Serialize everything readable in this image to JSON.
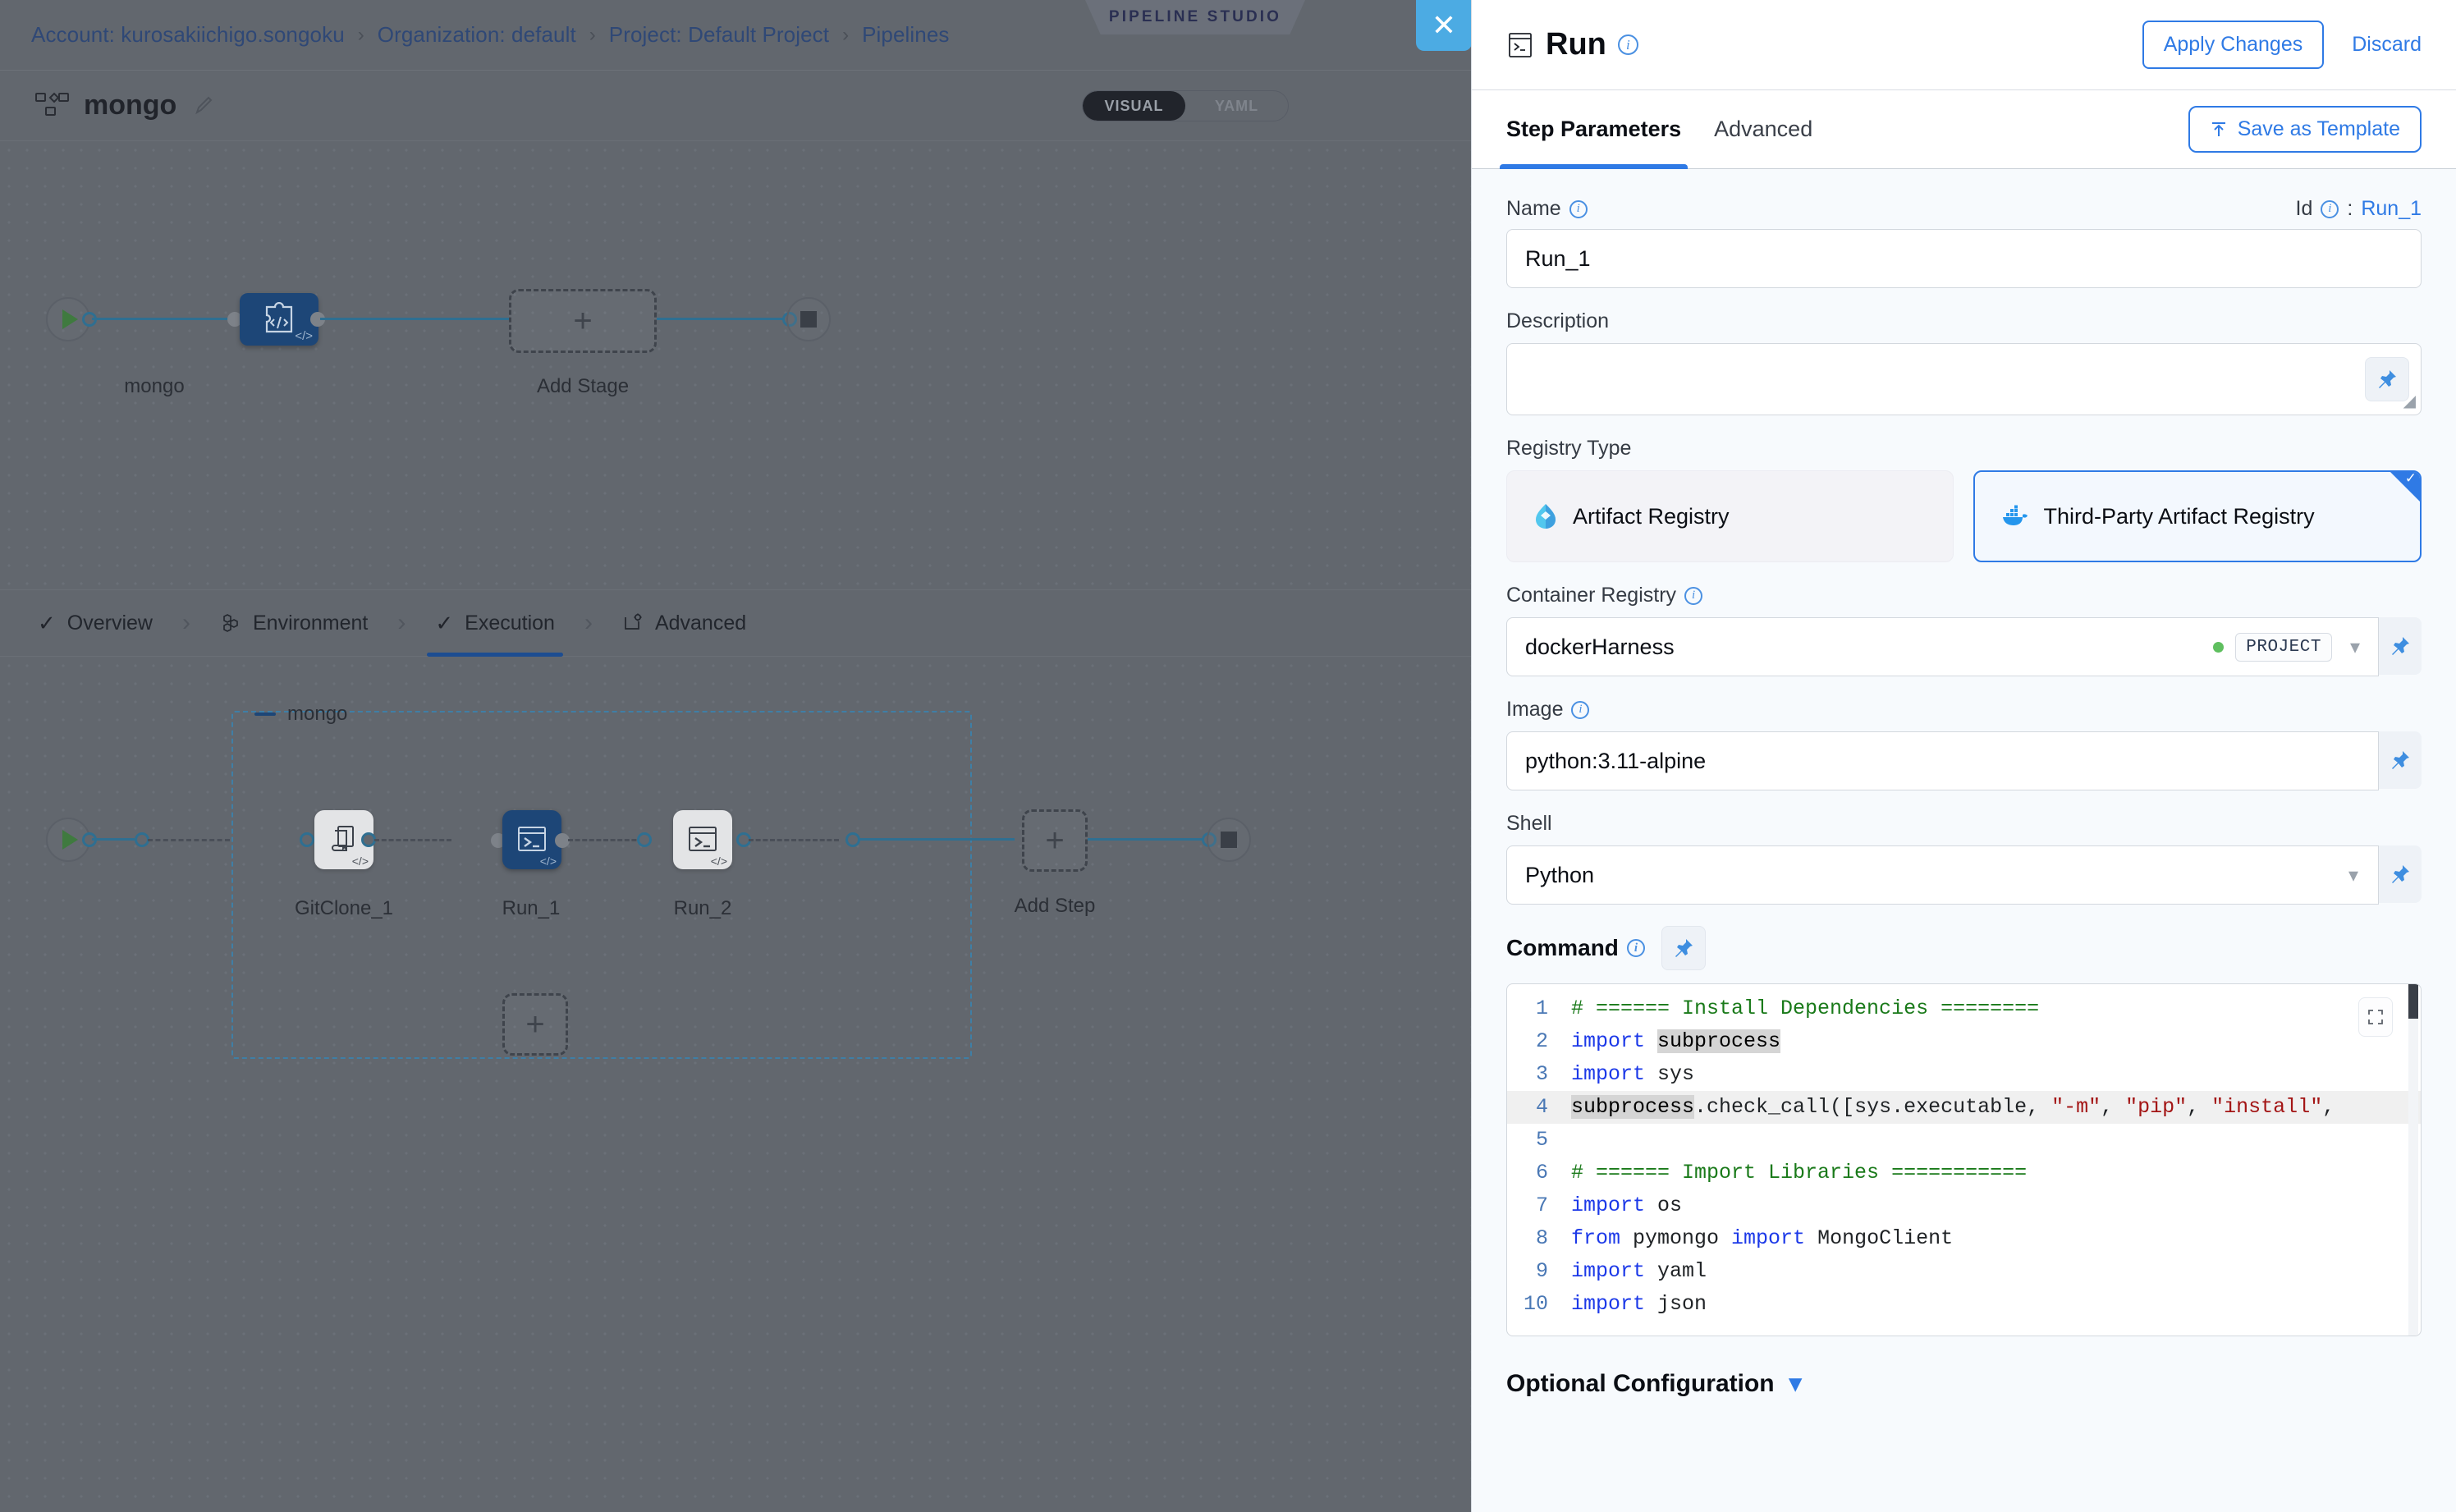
{
  "studio": {
    "breadcrumbs": [
      {
        "label": "Account: kurosakiichigo.songoku"
      },
      {
        "label": "Organization: default"
      },
      {
        "label": "Project: Default Project"
      },
      {
        "label": "Pipelines"
      }
    ],
    "badge": "PIPELINE STUDIO",
    "close_icon": "close-icon",
    "pipeline_name": "mongo",
    "edit_icon": "pencil-icon",
    "mode_toggle": {
      "visual": "VISUAL",
      "yaml": "YAML",
      "selected": "VISUAL"
    },
    "stage_graph": {
      "start_icon": "play-icon",
      "end_icon": "stop-icon",
      "nodes": [
        {
          "label": "mongo",
          "type": "stage",
          "selected": true
        },
        {
          "label": "Add Stage",
          "type": "add"
        }
      ]
    },
    "stepper": [
      {
        "label": "Overview",
        "icon": "check-icon",
        "active": false
      },
      {
        "label": "Environment",
        "icon": "infrastructure-icon",
        "active": false
      },
      {
        "label": "Execution",
        "icon": "check-icon",
        "active": true
      },
      {
        "label": "Advanced",
        "icon": "advanced-icon",
        "active": false
      }
    ],
    "execution_graph": {
      "group_label": "mongo",
      "steps": [
        {
          "label": "GitClone_1",
          "icon": "git-clone-icon",
          "selected": false
        },
        {
          "label": "Run_1",
          "icon": "terminal-icon",
          "selected": true
        },
        {
          "label": "Run_2",
          "icon": "terminal-icon",
          "selected": false
        },
        {
          "label": "Add Step",
          "icon": "plus-icon",
          "selected": false
        }
      ]
    }
  },
  "panel": {
    "title": "Run",
    "title_icon": "terminal-icon",
    "apply_label": "Apply Changes",
    "discard_label": "Discard",
    "tabs": [
      {
        "label": "Step Parameters",
        "active": true
      },
      {
        "label": "Advanced",
        "active": false
      }
    ],
    "save_template_label": "Save as Template",
    "save_template_icon": "upload-icon",
    "name": {
      "label": "Name",
      "value": "Run_1",
      "id_label": "Id",
      "id_sep": ":",
      "id_value": "Run_1"
    },
    "description": {
      "label": "Description",
      "value": "",
      "placeholder": ""
    },
    "registry_type": {
      "label": "Registry Type",
      "options": [
        {
          "label": "Artifact Registry",
          "icon": "harness-artifact-icon",
          "selected": false
        },
        {
          "label": "Third-Party Artifact Registry",
          "icon": "docker-icon",
          "selected": true
        }
      ]
    },
    "container_registry": {
      "label": "Container Registry",
      "value": "dockerHarness",
      "scope": "PROJECT"
    },
    "image": {
      "label": "Image",
      "value": "python:3.11-alpine"
    },
    "shell": {
      "label": "Shell",
      "value": "Python"
    },
    "command": {
      "label": "Command",
      "pin_icon": "pin-icon",
      "expand_icon": "expand-icon",
      "lines": [
        {
          "n": 1,
          "tokens": [
            {
              "t": "# ====== Install Dependencies ========",
              "c": "k-comment"
            }
          ]
        },
        {
          "n": 2,
          "tokens": [
            {
              "t": "import ",
              "c": "k-kw"
            },
            {
              "t": "subprocess",
              "c": "k-hl"
            }
          ]
        },
        {
          "n": 3,
          "tokens": [
            {
              "t": "import ",
              "c": "k-kw"
            },
            {
              "t": "sys",
              "c": "code-txt"
            }
          ]
        },
        {
          "n": 4,
          "hl": true,
          "tokens": [
            {
              "t": "subprocess",
              "c": "k-hl"
            },
            {
              "t": ".check_call([sys.executable, ",
              "c": "code-txt"
            },
            {
              "t": "\"-m\"",
              "c": "k-str"
            },
            {
              "t": ", ",
              "c": "code-txt"
            },
            {
              "t": "\"pip\"",
              "c": "k-str"
            },
            {
              "t": ", ",
              "c": "code-txt"
            },
            {
              "t": "\"install\"",
              "c": "k-str"
            },
            {
              "t": ",",
              "c": "code-txt"
            }
          ]
        },
        {
          "n": 5,
          "tokens": [
            {
              "t": "",
              "c": "code-txt"
            }
          ]
        },
        {
          "n": 6,
          "tokens": [
            {
              "t": "# ====== Import Libraries ===========",
              "c": "k-comment"
            }
          ]
        },
        {
          "n": 7,
          "tokens": [
            {
              "t": "import ",
              "c": "k-kw"
            },
            {
              "t": "os",
              "c": "code-txt"
            }
          ]
        },
        {
          "n": 8,
          "tokens": [
            {
              "t": "from ",
              "c": "k-kw"
            },
            {
              "t": "pymongo ",
              "c": "code-txt"
            },
            {
              "t": "import ",
              "c": "k-kw"
            },
            {
              "t": "MongoClient",
              "c": "code-txt"
            }
          ]
        },
        {
          "n": 9,
          "tokens": [
            {
              "t": "import ",
              "c": "k-kw"
            },
            {
              "t": "yaml",
              "c": "code-txt"
            }
          ]
        },
        {
          "n": 10,
          "tokens": [
            {
              "t": "import ",
              "c": "k-kw"
            },
            {
              "t": "json",
              "c": "code-txt"
            }
          ]
        }
      ]
    },
    "optional_configuration": {
      "label": "Optional Configuration",
      "icon": "chevron-down-icon"
    }
  },
  "colors": {
    "accent_blue": "#2f7ae5",
    "node_blue": "#1d4677",
    "connector": "#2f6f91",
    "panel_bg": "#f7fafd",
    "studio_dim": "#62676e"
  }
}
